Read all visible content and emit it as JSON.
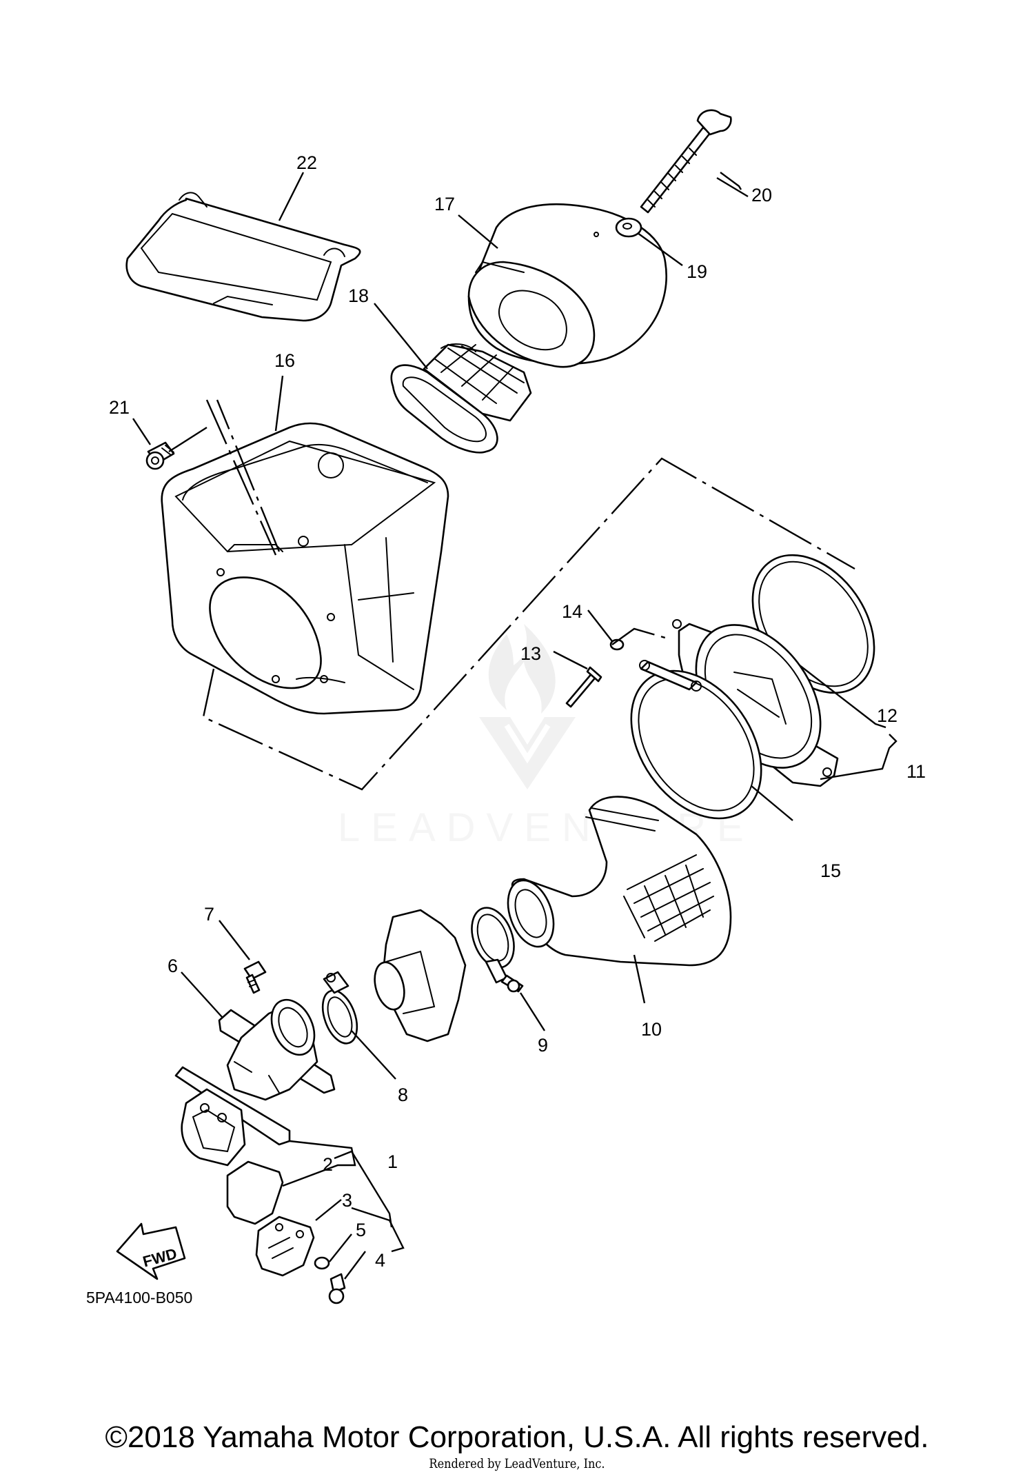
{
  "callouts": [
    {
      "id": "1",
      "label": "1"
    },
    {
      "id": "2",
      "label": "2"
    },
    {
      "id": "3",
      "label": "3"
    },
    {
      "id": "4",
      "label": "4"
    },
    {
      "id": "5",
      "label": "5"
    },
    {
      "id": "6",
      "label": "6"
    },
    {
      "id": "7",
      "label": "7"
    },
    {
      "id": "8",
      "label": "8"
    },
    {
      "id": "9",
      "label": "9"
    },
    {
      "id": "10",
      "label": "10"
    },
    {
      "id": "11",
      "label": "11"
    },
    {
      "id": "12",
      "label": "12"
    },
    {
      "id": "13",
      "label": "13"
    },
    {
      "id": "14",
      "label": "14"
    },
    {
      "id": "15",
      "label": "15"
    },
    {
      "id": "16",
      "label": "16"
    },
    {
      "id": "17",
      "label": "17"
    },
    {
      "id": "18",
      "label": "18"
    },
    {
      "id": "19",
      "label": "19"
    },
    {
      "id": "20",
      "label": "20"
    },
    {
      "id": "21",
      "label": "21"
    },
    {
      "id": "22",
      "label": "22"
    }
  ],
  "diagram_code": "5PA4100-B050",
  "fwd_label": "FWD",
  "watermark": "LEADVENTURE",
  "copyright": "©2018 Yamaha Motor Corporation, U.S.A. All rights reserved.",
  "rendered_by": "Rendered by LeadVenture, Inc."
}
